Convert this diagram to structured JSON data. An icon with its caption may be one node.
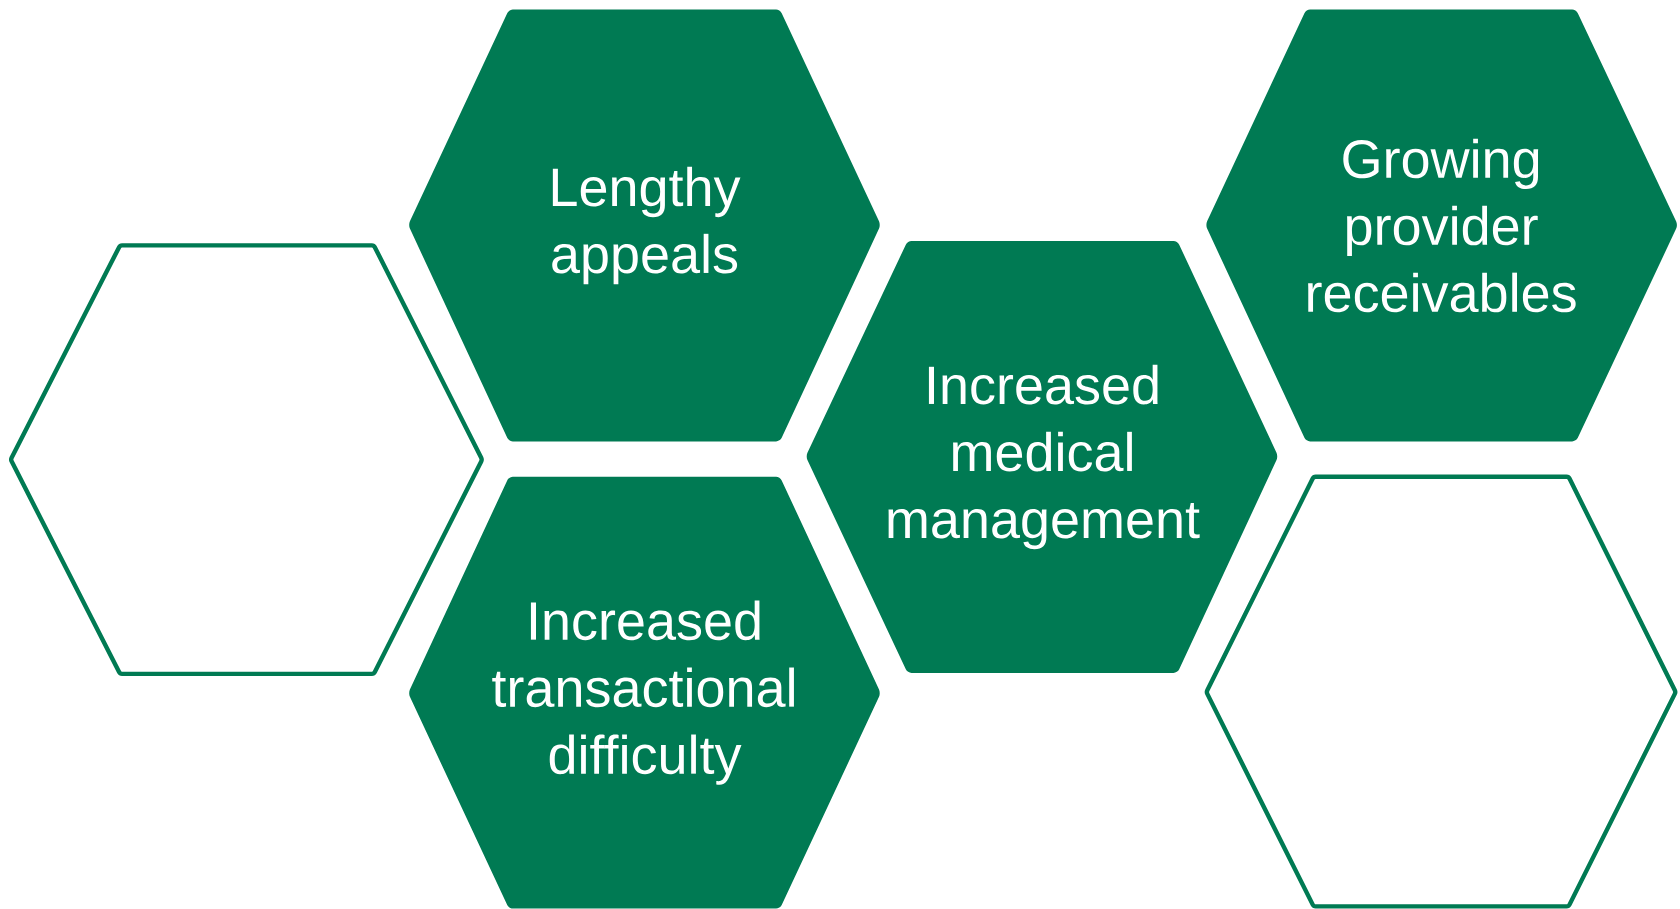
{
  "diagram": {
    "nodes": [
      {
        "text": [],
        "shape": "hexagon"
      },
      {
        "text": [
          "Lengthy appeals"
        ]
      },
      {
        "text": [
          "Increased transactional difficulty"
        ]
      },
      {
        "text": [
          "Increased medical management"
        ]
      },
      {
        "text": [
          "Growing provider receivables"
        ]
      },
      {
        "text": [],
        "shape": "hexagon"
      }
    ]
  }
}
